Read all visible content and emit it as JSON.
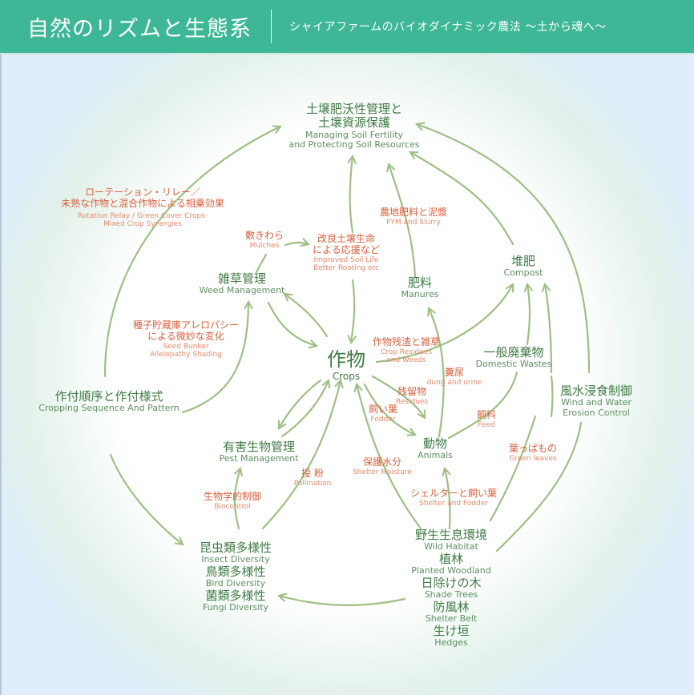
{
  "header": {
    "title": "自然のリズムと生態系",
    "subtitle": "シャイアファームのバイオダイナミック農法 〜土から魂へ〜",
    "background_color": "#3db795"
  },
  "colors": {
    "node_text": "#3f7a44",
    "link_label_text": "#d9603c",
    "arrow": "#9dbf84"
  },
  "nodes": {
    "soil": {
      "jp": "土壌肥沃性管理と\n土壌資源保護",
      "jp1": "土壌肥沃性管理と",
      "jp2": "土壌資源保護",
      "en1": "Managing Soil Fertility",
      "en2": "and Protecting Soil Resources"
    },
    "weed": {
      "jp": "雑草管理",
      "en": "Weed Management"
    },
    "manures": {
      "jp": "肥料",
      "en": "Manures"
    },
    "compost": {
      "jp": "堆肥",
      "en": "Compost"
    },
    "crops": {
      "jp": "作物",
      "en": "Crops"
    },
    "domestic": {
      "jp": "一般廃棄物",
      "en": "Domestic Wastes"
    },
    "wind": {
      "jp": "風水浸食制御",
      "en1": "Wind and Water",
      "en2": "Erosion Control"
    },
    "cropping": {
      "jp": "作付順序と作付様式",
      "en": "Cropping Sequence And Pattern"
    },
    "pest": {
      "jp": "有害生物管理",
      "en": "Pest Management"
    },
    "animals": {
      "jp": "動物",
      "en": "Animals"
    },
    "biodiversity": [
      {
        "jp": "昆虫類多様性",
        "en": "Insect Diversity"
      },
      {
        "jp": "鳥類多様性",
        "en": "Bird Diversity"
      },
      {
        "jp": "菌類多様性",
        "en": "Fungi Diversity"
      }
    ],
    "habitat": [
      {
        "jp": "野生生息環境",
        "en": "Wild Habitat"
      },
      {
        "jp": "植林",
        "en": "Planted Woodland"
      },
      {
        "jp": "日除けの木",
        "en": "Shade Trees"
      },
      {
        "jp": "防風林",
        "en": "Shelter Belt"
      },
      {
        "jp": "生け垣",
        "en": "Hedges"
      }
    ]
  },
  "links": {
    "rotation": {
      "jp1": "ローテーション・リレー／",
      "jp2": "未熟な作物と混合作物による相乗効果",
      "en1": "Rotation Relay / Green Cover Crops-",
      "en2": "Mixed Crop Synergies"
    },
    "mulches": {
      "jp": "敷きわら",
      "en": "Mulches"
    },
    "improved": {
      "jp1": "改良土壌生命",
      "jp2": "による応援など",
      "en1": "Improved Soil Life",
      "en2": "Better Rooting etc"
    },
    "fym": {
      "jp": "農地肥料と泥漿",
      "en": "FYM and Slurry"
    },
    "seedbank": {
      "jp1": "種子貯蔵庫アレロパシー",
      "jp2": "による微妙な変化",
      "en1": "Seed Bunker",
      "en2": "Allelopathy Shading"
    },
    "residues_weeds": {
      "jp": "作物残渣と雑草",
      "en1": "Crop Residues",
      "en2": "and Weeds"
    },
    "dung": {
      "jp": "糞尿",
      "en": "dung and urine"
    },
    "residues": {
      "jp": "残留物",
      "en": "Residues"
    },
    "fodder": {
      "jp": "飼い葉",
      "en": "Fodder"
    },
    "feed": {
      "jp": "飼料",
      "en": "Feed"
    },
    "green_leaves": {
      "jp": "葉っぱもの",
      "en": "Green leaves"
    },
    "pollination": {
      "jp": "授 粉",
      "en": "Pollination"
    },
    "shelter_moisture": {
      "jp": "保護水分",
      "en": "Shelter Moisture"
    },
    "biocontrol": {
      "jp": "生物学的制御",
      "en": "Biocontrol"
    },
    "shelter_fodder": {
      "jp": "シェルターと飼い葉",
      "en": "Shelter and Fodder"
    }
  }
}
